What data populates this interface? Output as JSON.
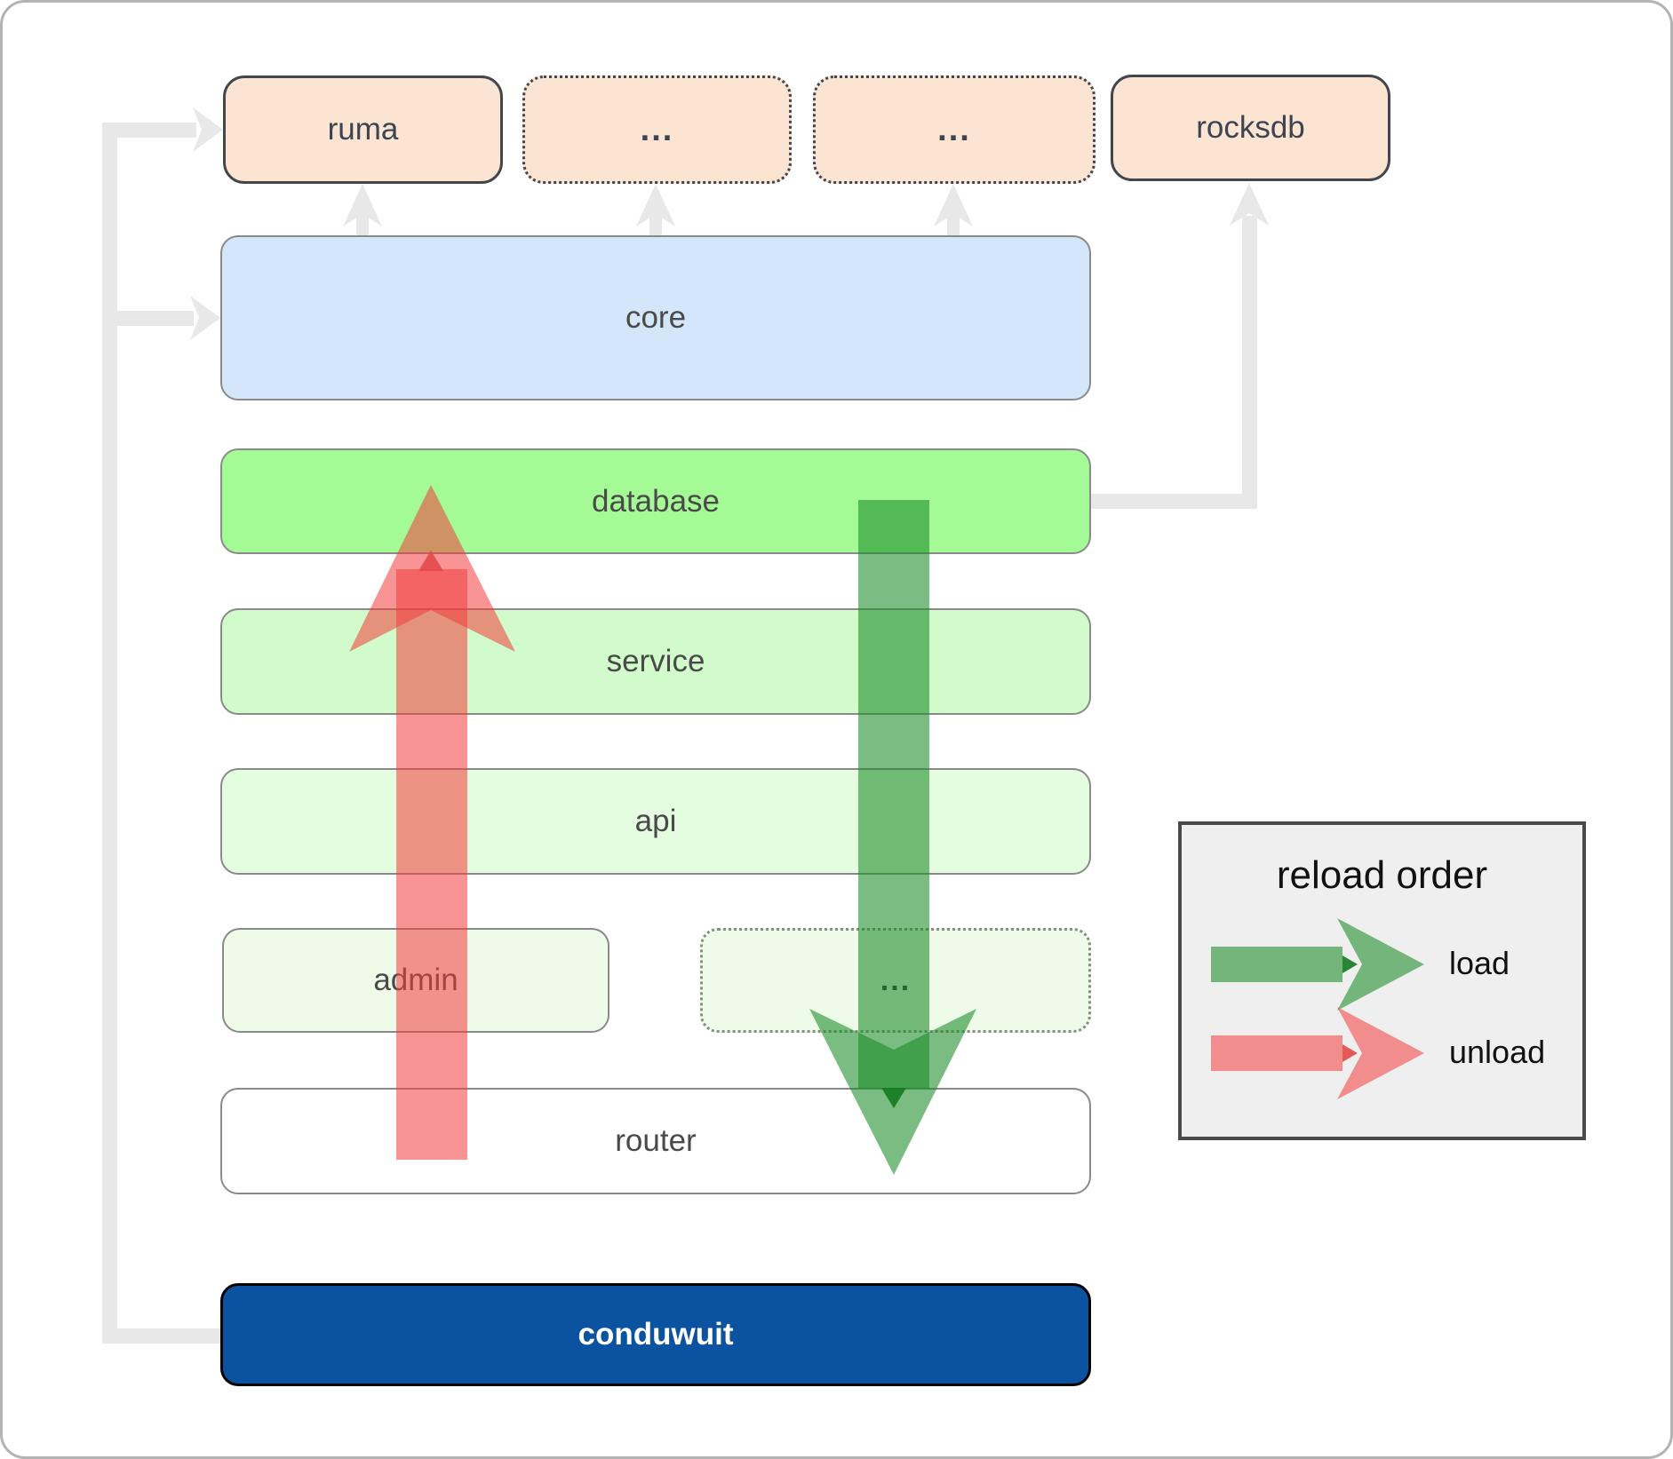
{
  "nodes": {
    "ruma": {
      "label": "ruma"
    },
    "dep1": {
      "label": "..."
    },
    "dep2": {
      "label": "..."
    },
    "rocksdb": {
      "label": "rocksdb"
    },
    "core": {
      "label": "core"
    },
    "database": {
      "label": "database"
    },
    "service": {
      "label": "service"
    },
    "api": {
      "label": "api"
    },
    "admin": {
      "label": "admin"
    },
    "more": {
      "label": "..."
    },
    "router": {
      "label": "router"
    },
    "conduwuit": {
      "label": "conduwuit"
    }
  },
  "legend": {
    "title": "reload order",
    "items": [
      {
        "label": "load",
        "color": "#1a8c28"
      },
      {
        "label": "unload",
        "color": "#f23c3c"
      }
    ]
  },
  "colors": {
    "dependency_fill": "#fce4d2",
    "core_fill": "#d4e6f9",
    "database_fill": "#a4fa95",
    "service_fill": "#d2fbcb",
    "api_fill": "#e4fce0",
    "admin_fill": "#eefbe9",
    "router_fill": "#ffffff",
    "conduwuit_fill": "#0b52a0",
    "load_arrow_green": "#1a8c28",
    "unload_arrow_red": "#f23c3c",
    "connector_gray": "#e8e8e8"
  }
}
